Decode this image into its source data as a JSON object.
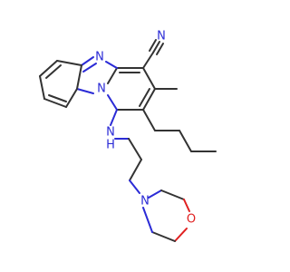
{
  "structure": {
    "atoms": [
      {
        "id": "n-nitrile",
        "label": "N",
        "color": "#2b2bd6"
      },
      {
        "id": "n-imidazole",
        "label": "N",
        "color": "#2b2bd6"
      },
      {
        "id": "n-bridge",
        "label": "N",
        "color": "#2b2bd6"
      },
      {
        "id": "nh-amine",
        "label": "H",
        "nlabel": "N",
        "color": "#2b2bd6"
      },
      {
        "id": "n-morpholine",
        "label": "N",
        "color": "#2b2bd6"
      },
      {
        "id": "o-morpholine",
        "label": "O",
        "color": "#e02020"
      }
    ]
  }
}
